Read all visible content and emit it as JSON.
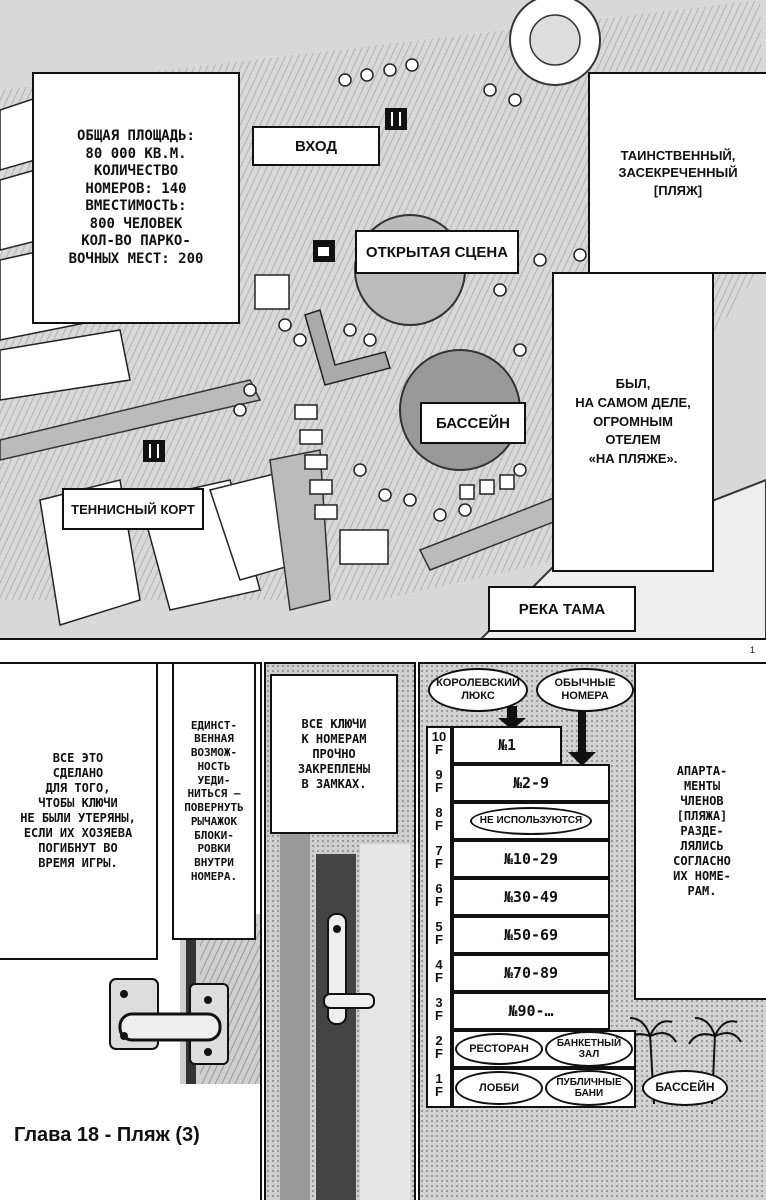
{
  "page_number": "1",
  "map": {
    "stats": [
      "ОБЩАЯ ПЛОЩАДЬ:",
      "80 000 КВ.М.",
      "КОЛИЧЕСТВО",
      "НОМЕРОВ: 140",
      "ВМЕСТИМОСТЬ:",
      "800 ЧЕЛОВЕК",
      "КОЛ-ВО ПАРКО-",
      "ВОЧНЫХ МЕСТ: 200"
    ],
    "entrance": "ВХОД",
    "open_stage": "ОТКРЫТАЯ СЦЕНА",
    "pool": "БАССЕЙН",
    "tennis": "ТЕННИСНЫЙ КОРТ",
    "river": "РЕКА ТАМА",
    "mystery": [
      "ТАИНСТВЕННЫЙ,",
      "ЗАСЕКРЕЧЕННЫЙ",
      "[ПЛЯЖ]"
    ],
    "hotel": [
      "БЫЛ,",
      "НА САМОМ ДЕЛЕ,",
      "ОГРОМНЫМ",
      "ОТЕЛЕМ",
      "«НА ПЛЯЖЕ»."
    ]
  },
  "door": {
    "b1": [
      "ВСЕ ЭТО",
      "СДЕЛАНО",
      "ДЛЯ ТОГО,",
      "ЧТОБЫ КЛЮЧИ",
      "НЕ БЫЛИ УТЕРЯНЫ,",
      "ЕСЛИ ИХ ХОЗЯЕВА",
      "ПОГИБНУТ ВО",
      "ВРЕМЯ ИГРЫ."
    ],
    "b2": [
      "ЕДИНСТ-",
      "ВЕННАЯ",
      "ВОЗМОЖ-",
      "НОСТЬ",
      "УЕДИ-",
      "НИТЬСЯ –",
      "ПОВЕРНУТЬ",
      "РЫЧАЖОК",
      "БЛОКИ-",
      "РОВКИ",
      "ВНУТРИ",
      "НОМЕРА."
    ],
    "b3": [
      "ВСЕ КЛЮЧИ",
      "К НОМЕРАМ",
      "ПРОЧНО",
      "ЗАКРЕПЛЕНЫ",
      "В ЗАМКАХ."
    ]
  },
  "building": {
    "royal_suite": [
      "КОРОЛЕВСКИЙ",
      "ЛЮКС"
    ],
    "regular_rooms": [
      "ОБЫЧНЫЕ",
      "НОМЕРА"
    ],
    "floors": [
      {
        "num": "10",
        "f": "F",
        "label": "№1"
      },
      {
        "num": "9",
        "f": "F",
        "label": "№2-9"
      },
      {
        "num": "8",
        "f": "F",
        "label": "НЕ ИСПОЛЬЗУЮТСЯ"
      },
      {
        "num": "7",
        "f": "F",
        "label": "№10-29"
      },
      {
        "num": "6",
        "f": "F",
        "label": "№30-49"
      },
      {
        "num": "5",
        "f": "F",
        "label": "№50-69"
      },
      {
        "num": "4",
        "f": "F",
        "label": "№70-89"
      },
      {
        "num": "3",
        "f": "F",
        "label": "№90-…"
      },
      {
        "num": "2",
        "f": "F",
        "label": ""
      },
      {
        "num": "1",
        "f": "F",
        "label": ""
      }
    ],
    "restaurant": "РЕСТОРАН",
    "banquet": [
      "БАНКЕТНЫЙ",
      "ЗАЛ"
    ],
    "lobby": "ЛОББИ",
    "baths": [
      "ПУБЛИЧНЫЕ",
      "БАНИ"
    ],
    "pool2": "БАССЕЙН",
    "members": [
      "АПАРТА-",
      "МЕНТЫ",
      "ЧЛЕНОВ",
      "[ПЛЯЖА]",
      "РАЗДЕ-",
      "ЛЯЛИСЬ",
      "СОГЛАСНО",
      "ИХ НОМЕ-",
      "РАМ."
    ]
  },
  "chapter_title": "Глава 18 - Пляж (3)"
}
